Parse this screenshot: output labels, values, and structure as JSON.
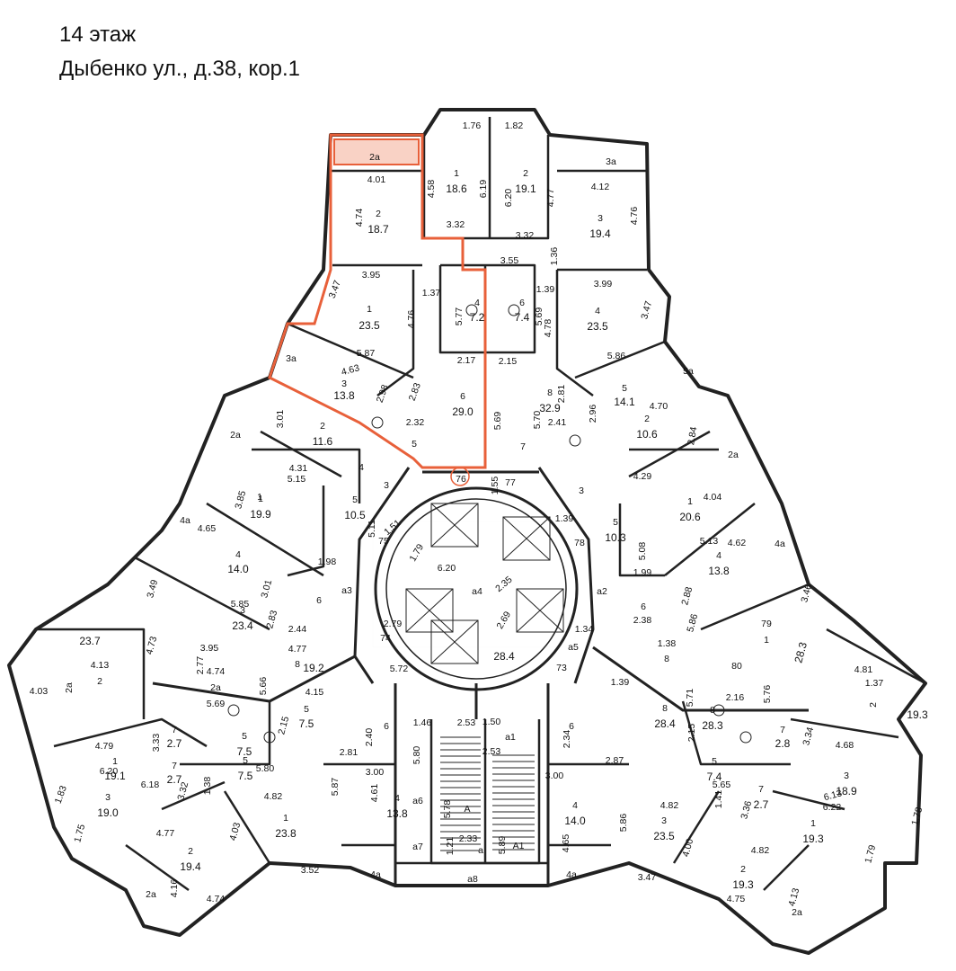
{
  "title": {
    "floor": "14 этаж",
    "address": "Дыбенко ул., д.38, кор.1"
  },
  "colors": {
    "wall": "#222222",
    "highlight": "#e8603a",
    "highlight_fill": "#f4a68c"
  },
  "labels": [
    {
      "t": "1.76"
    },
    {
      "t": "1.82"
    },
    {
      "t": "2a"
    },
    {
      "t": "4.01"
    },
    {
      "t": "1"
    },
    {
      "t": "18.6"
    },
    {
      "t": "4.58"
    },
    {
      "t": "6.19"
    },
    {
      "t": "2"
    },
    {
      "t": "19.1"
    },
    {
      "t": "6.20"
    },
    {
      "t": "4.77"
    },
    {
      "t": "3a"
    },
    {
      "t": "4.12"
    },
    {
      "t": "4.74"
    },
    {
      "t": "2"
    },
    {
      "t": "18.7"
    },
    {
      "t": "3.32"
    },
    {
      "t": "3.32"
    },
    {
      "t": "1.36"
    },
    {
      "t": "3"
    },
    {
      "t": "19.4"
    },
    {
      "t": "4.76"
    },
    {
      "t": "3.55"
    },
    {
      "t": "3.95"
    },
    {
      "t": "3.99"
    },
    {
      "t": "1.37"
    },
    {
      "t": "4"
    },
    {
      "t": "7.2"
    },
    {
      "t": "5.77"
    },
    {
      "t": "6"
    },
    {
      "t": "7.4"
    },
    {
      "t": "1.39"
    },
    {
      "t": "5.69"
    },
    {
      "t": "3.47"
    },
    {
      "t": "1"
    },
    {
      "t": "23.5"
    },
    {
      "t": "4.76"
    },
    {
      "t": "4"
    },
    {
      "t": "23.5"
    },
    {
      "t": "4.78"
    },
    {
      "t": "3.47"
    },
    {
      "t": "5.87"
    },
    {
      "t": "5.86"
    },
    {
      "t": "3a"
    },
    {
      "t": "5a"
    },
    {
      "t": "2.17"
    },
    {
      "t": "2.15"
    },
    {
      "t": "4.63"
    },
    {
      "t": "3"
    },
    {
      "t": "13.8"
    },
    {
      "t": "2.98"
    },
    {
      "t": "2.83"
    },
    {
      "t": "6"
    },
    {
      "t": "29.0"
    },
    {
      "t": "5.69"
    },
    {
      "t": "5.70"
    },
    {
      "t": "8"
    },
    {
      "t": "32.9"
    },
    {
      "t": "2.81"
    },
    {
      "t": "2.96"
    },
    {
      "t": "5"
    },
    {
      "t": "14.1"
    },
    {
      "t": "4.70"
    },
    {
      "t": "2a"
    },
    {
      "t": "3.01"
    },
    {
      "t": "2"
    },
    {
      "t": "11.6"
    },
    {
      "t": "2.32"
    },
    {
      "t": "5"
    },
    {
      "t": "2.41"
    },
    {
      "t": "2"
    },
    {
      "t": "10.6"
    },
    {
      "t": "2.84"
    },
    {
      "t": "2a"
    },
    {
      "t": "4.31"
    },
    {
      "t": "5.15"
    },
    {
      "t": "4"
    },
    {
      "t": "3"
    },
    {
      "t": "7"
    },
    {
      "t": "76"
    },
    {
      "t": "1.55"
    },
    {
      "t": "77"
    },
    {
      "t": "4.29"
    },
    {
      "t": "3"
    },
    {
      "t": "1"
    },
    {
      "t": "3.85"
    },
    {
      "t": "1"
    },
    {
      "t": "19.9"
    },
    {
      "t": "5"
    },
    {
      "t": "10.5"
    },
    {
      "t": "5.11"
    },
    {
      "t": "4.04"
    },
    {
      "t": "1"
    },
    {
      "t": "20.6"
    },
    {
      "t": "4a"
    },
    {
      "t": "4.65"
    },
    {
      "t": "1.51"
    },
    {
      "t": "75"
    },
    {
      "t": "1.39"
    },
    {
      "t": "5"
    },
    {
      "t": "10.3"
    },
    {
      "t": "78"
    },
    {
      "t": "5.08"
    },
    {
      "t": "5.13"
    },
    {
      "t": "4.62"
    },
    {
      "t": "4a"
    },
    {
      "t": "4"
    },
    {
      "t": "14.0"
    },
    {
      "t": "1.98"
    },
    {
      "t": "1.79"
    },
    {
      "t": "6.20"
    },
    {
      "t": "1.99"
    },
    {
      "t": "4"
    },
    {
      "t": "13.8"
    },
    {
      "t": "3.49"
    },
    {
      "t": "3.01"
    },
    {
      "t": "6"
    },
    {
      "t": "a3"
    },
    {
      "t": "a4"
    },
    {
      "t": "2.35"
    },
    {
      "t": "a2"
    },
    {
      "t": "6"
    },
    {
      "t": "2.88"
    },
    {
      "t": "3.46"
    },
    {
      "t": "3"
    },
    {
      "t": "23.4"
    },
    {
      "t": "5.85"
    },
    {
      "t": "2.83"
    },
    {
      "t": "2.44"
    },
    {
      "t": "2.69"
    },
    {
      "t": "2.38"
    },
    {
      "t": "5.86"
    },
    {
      "t": "2.79"
    },
    {
      "t": "74"
    },
    {
      "t": "1.34"
    },
    {
      "t": "79"
    },
    {
      "t": "1"
    },
    {
      "t": "23.7"
    },
    {
      "t": "4.73"
    },
    {
      "t": "3.95"
    },
    {
      "t": "4.77"
    },
    {
      "t": "8"
    },
    {
      "t": "28.4"
    },
    {
      "t": "a5"
    },
    {
      "t": "1.38"
    },
    {
      "t": "8"
    },
    {
      "t": "28.3"
    },
    {
      "t": "4.03"
    },
    {
      "t": "2a"
    },
    {
      "t": "4.13"
    },
    {
      "t": "2"
    },
    {
      "t": "19.2"
    },
    {
      "t": "5.72"
    },
    {
      "t": "73"
    },
    {
      "t": "80"
    },
    {
      "t": "4.81"
    },
    {
      "t": "4.74"
    },
    {
      "t": "5.66"
    },
    {
      "t": "2.77"
    },
    {
      "t": "1.39"
    },
    {
      "t": "5.71"
    },
    {
      "t": "2.16"
    },
    {
      "t": "5.76"
    },
    {
      "t": "1.37"
    },
    {
      "t": "2"
    },
    {
      "t": "19.3"
    },
    {
      "t": "4.15"
    },
    {
      "t": "2a"
    },
    {
      "t": "5.69"
    },
    {
      "t": "5"
    },
    {
      "t": "7.5"
    },
    {
      "t": "8"
    },
    {
      "t": "28.4"
    },
    {
      "t": "8"
    },
    {
      "t": "28.3"
    },
    {
      "t": "5"
    },
    {
      "t": "7.5"
    },
    {
      "t": "4.79"
    },
    {
      "t": "3.33"
    },
    {
      "t": "7"
    },
    {
      "t": "2.7"
    },
    {
      "t": "2.15"
    },
    {
      "t": "2.40"
    },
    {
      "t": "1.46"
    },
    {
      "t": "2.53"
    },
    {
      "t": "1.50"
    },
    {
      "t": "a1"
    },
    {
      "t": "6"
    },
    {
      "t": "6"
    },
    {
      "t": "2.34"
    },
    {
      "t": "2.15"
    },
    {
      "t": "7"
    },
    {
      "t": "2.8"
    },
    {
      "t": "3.34"
    },
    {
      "t": "4.68"
    },
    {
      "t": "1"
    },
    {
      "t": "19.1"
    },
    {
      "t": "5"
    },
    {
      "t": "7.5"
    },
    {
      "t": "2.81"
    },
    {
      "t": "2.53"
    },
    {
      "t": "2.87"
    },
    {
      "t": "5"
    },
    {
      "t": "7.4"
    },
    {
      "t": "6.20"
    },
    {
      "t": "7"
    },
    {
      "t": "2.7"
    },
    {
      "t": "5.80"
    },
    {
      "t": "5.80"
    },
    {
      "t": "3.00"
    },
    {
      "t": "3.00"
    },
    {
      "t": "5.65"
    },
    {
      "t": "7"
    },
    {
      "t": "2.7"
    },
    {
      "t": "3"
    },
    {
      "t": "18.9"
    },
    {
      "t": "6.18"
    },
    {
      "t": "3.32"
    },
    {
      "t": "1.38"
    },
    {
      "t": "5.87"
    },
    {
      "t": "4.61"
    },
    {
      "t": "4"
    },
    {
      "t": "13.8"
    },
    {
      "t": "a6"
    },
    {
      "t": "5.78"
    },
    {
      "t": "A"
    },
    {
      "t": "4"
    },
    {
      "t": "14.0"
    },
    {
      "t": "4.82"
    },
    {
      "t": "1.41"
    },
    {
      "t": "3.36"
    },
    {
      "t": "6.13"
    },
    {
      "t": "6.22"
    },
    {
      "t": "1.83"
    },
    {
      "t": "3"
    },
    {
      "t": "19.0"
    },
    {
      "t": "4.82"
    },
    {
      "t": "1"
    },
    {
      "t": "23.8"
    },
    {
      "t": "5.86"
    },
    {
      "t": "3"
    },
    {
      "t": "23.5"
    },
    {
      "t": "1"
    },
    {
      "t": "19.3"
    },
    {
      "t": "1.78"
    },
    {
      "t": "1.75"
    },
    {
      "t": "4.77"
    },
    {
      "t": "4.03"
    },
    {
      "t": "a7"
    },
    {
      "t": "1.21"
    },
    {
      "t": "2.33"
    },
    {
      "t": "a"
    },
    {
      "t": "5.89"
    },
    {
      "t": "A1"
    },
    {
      "t": "4.65"
    },
    {
      "t": "4.00"
    },
    {
      "t": "4.82"
    },
    {
      "t": "2"
    },
    {
      "t": "19.4"
    },
    {
      "t": "4.16"
    },
    {
      "t": "3.52"
    },
    {
      "t": "4a"
    },
    {
      "t": "a8"
    },
    {
      "t": "4a"
    },
    {
      "t": "3.47"
    },
    {
      "t": "2"
    },
    {
      "t": "19.3"
    },
    {
      "t": "1.79"
    },
    {
      "t": "2a"
    },
    {
      "t": "4.74"
    },
    {
      "t": "4.75"
    },
    {
      "t": "4.13"
    },
    {
      "t": "2a"
    }
  ]
}
